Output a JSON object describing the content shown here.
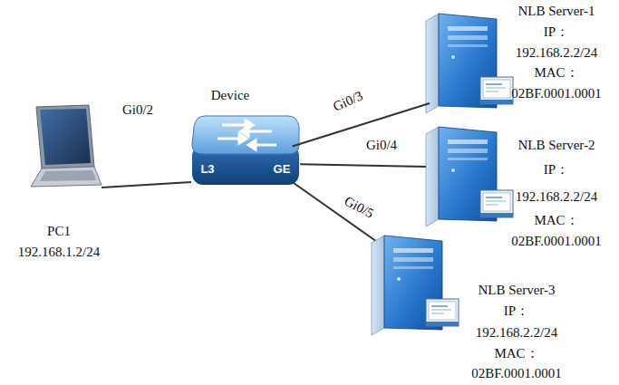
{
  "diagram": {
    "nodes": [
      {
        "text": [
          "PC1",
          "192.168.1.2/24"
        ]
      },
      {
        "text": [
          "Device",
          "L3",
          "GE"
        ]
      },
      {
        "text": [
          "NLB Server-1",
          "IP：",
          "192.168.2.2/24",
          "MAC：",
          "02BF.0001.0001"
        ]
      },
      {
        "text": [
          "NLB Server-2",
          "IP：",
          "192.168.2.2/24",
          "MAC：",
          "02BF.0001.0001"
        ]
      },
      {
        "text": [
          "NLB Server-3",
          "IP：",
          "192.168.2.2/24",
          "MAC：",
          "02BF.0001.0001"
        ]
      }
    ],
    "edges": [
      {
        "from": 0,
        "to": 1,
        "label": "Gi0/2",
        "arrow": "none"
      },
      {
        "from": 1,
        "to": 2,
        "label": "Gi0/3",
        "arrow": "none"
      },
      {
        "from": 1,
        "to": 3,
        "label": "Gi0/4",
        "arrow": "none"
      },
      {
        "from": 1,
        "to": 4,
        "label": "Gi0/5",
        "arrow": "none"
      }
    ]
  }
}
